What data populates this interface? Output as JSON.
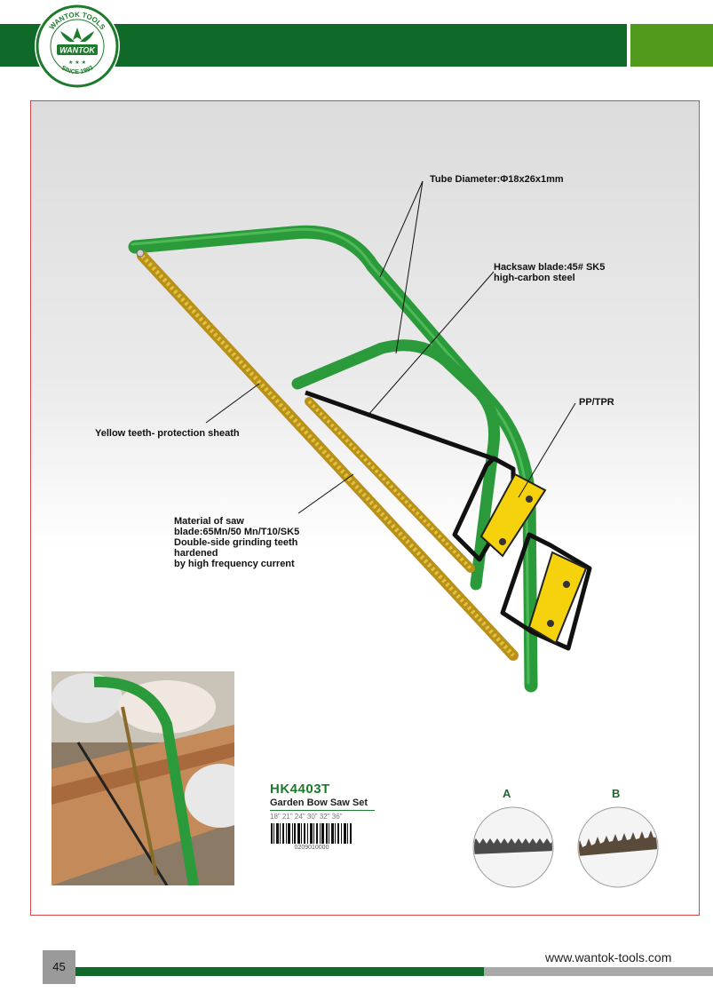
{
  "header": {
    "logo_top_text": "WANTOK TOOLS",
    "logo_brand": "WANTOK",
    "logo_bottom_text": "SINCE 1993",
    "brand_green": "#0f6a2a",
    "accent_green": "#529a1c"
  },
  "labels": {
    "tube": "Tube Diameter:Φ18x26x1mm",
    "hacksaw_line1": "Hacksaw blade:45# SK5",
    "hacksaw_line2": "high-carbon steel",
    "pptpr": "PP/TPR",
    "sheath": "Yellow teeth- protection sheath",
    "material_line1": "Material of saw",
    "material_line2": "blade:65Mn/50 Mn/T10/SK5",
    "material_line3": "Double-side grinding teeth",
    "material_line4": "hardened",
    "material_line5": "by high frequency current"
  },
  "product": {
    "model": "HK4403T",
    "name": "Garden Bow Saw Set",
    "sizes": "18\" 21\" 24\" 30\" 32\" 36\"",
    "barcode_number": "0209010000"
  },
  "details": {
    "a": "A",
    "b": "B"
  },
  "footer": {
    "page_number": "45",
    "url": "www.wantok-tools.com"
  }
}
